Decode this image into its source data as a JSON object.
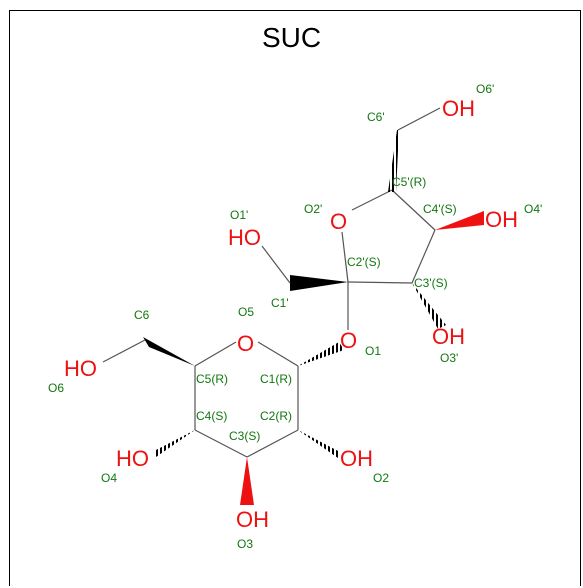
{
  "title": "SUC",
  "atoms": {
    "oh_6p": "OH",
    "o_ring_fru": "O",
    "oh_4p": "OH",
    "ho_1p": "HO",
    "o_glyco": "O",
    "oh_3p": "OH",
    "o_ring_glc": "O",
    "ho_6": "HO",
    "ho_4": "HO",
    "oh_2": "OH",
    "oh_3": "OH"
  },
  "labels": {
    "O6p": "O6'",
    "C6p": "C6'",
    "C5p": "C5'(R)",
    "O2p": "O2'",
    "C4p": "C4'(S)",
    "O4p": "O4'",
    "O1p": "O1'",
    "C2p": "C2'(S)",
    "C3p": "C3'(S)",
    "C1p": "C1'",
    "C6": "C6",
    "O5": "O5",
    "O1": "O1",
    "O3p": "O3'",
    "C5": "C5(R)",
    "C1": "C1(R)",
    "O6": "O6",
    "C4": "C4(S)",
    "C2": "C2(R)",
    "C3": "C3(S)",
    "O4": "O4",
    "O2": "O2",
    "O3": "O3"
  },
  "colors": {
    "oxygen": "#ee1111",
    "label": "#117711",
    "bond": "#555555"
  }
}
